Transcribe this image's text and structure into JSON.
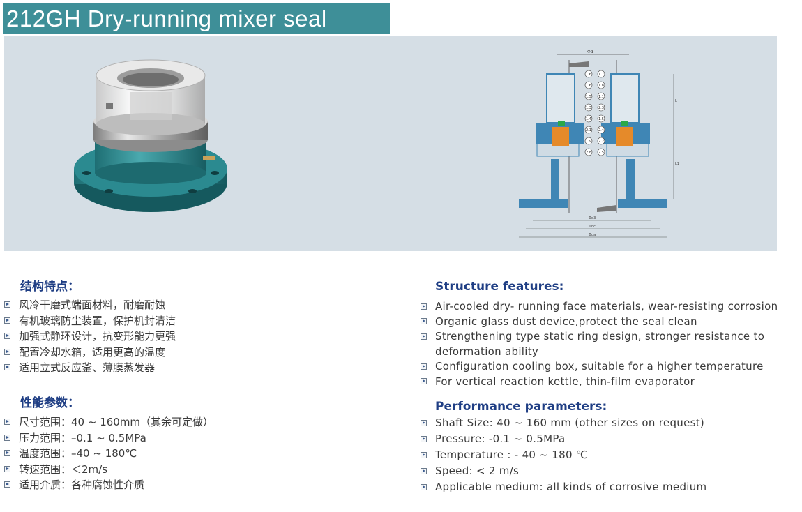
{
  "title": "212GH Dry-running mixer seal",
  "cn": {
    "structure_heading": "结构特点：",
    "structure_items": [
      "风冷干磨式端面材料，耐磨耐蚀",
      "有机玻璃防尘装置，保护机封清洁",
      "加强式静环设计，抗变形能力更强",
      "配置冷却水箱，适用更高的温度",
      "适用立式反应釜、薄膜蒸发器"
    ],
    "performance_heading": "性能参数：",
    "performance_items": [
      "尺寸范围：40 ~ 160mm（其余可定做）",
      "压力范围：–0.1 ~ 0.5MPa",
      "温度范围：–40 ~ 180℃",
      "转速范围：＜2m/s",
      "适用介质：各种腐蚀性介质"
    ]
  },
  "en": {
    "structure_heading": "Structure features:",
    "structure_items": [
      "Air-cooled dry- running face materials, wear-resisting corrosion",
      "Organic glass dust device,protect the seal clean",
      "Strengthening type static ring design, stronger resistance to deformation ability",
      "Configuration cooling box, suitable for a higher temperature",
      "For vertical reaction kettle, thin-film evaporator"
    ],
    "performance_heading": "Performance parameters:",
    "performance_items": [
      "Shaft Size: 40 ~ 160 mm (other sizes on request)",
      "Pressure: -0.1 ~ 0.5MPa",
      "Temperature : - 40 ~ 180 ℃",
      "Speed: < 2 m/s",
      "Applicable medium: all kinds of corrosive medium"
    ]
  },
  "drawing": {
    "part_numbers_left": [
      "1.6",
      "1.6",
      "1.5",
      "1.3",
      "1.4",
      "2.1",
      "1.9",
      "2.8"
    ],
    "part_numbers_right": [
      "1.7",
      "1.8",
      "1.1",
      "2.3",
      "1.5",
      "2.4",
      "2.2",
      "2.5"
    ],
    "dim_top": "Φd",
    "dim_bottom": [
      "Φd3",
      "Φdc",
      "Φda"
    ],
    "dim_side": [
      "L",
      "L1"
    ]
  },
  "colors": {
    "title_bg": "#3e8f98",
    "panel_bg": "#d5dee5",
    "heading": "#1f3e84",
    "seal_blue": "#3f86b5",
    "seal_orange": "#e58a2a",
    "seal_green": "#2aa84a"
  }
}
